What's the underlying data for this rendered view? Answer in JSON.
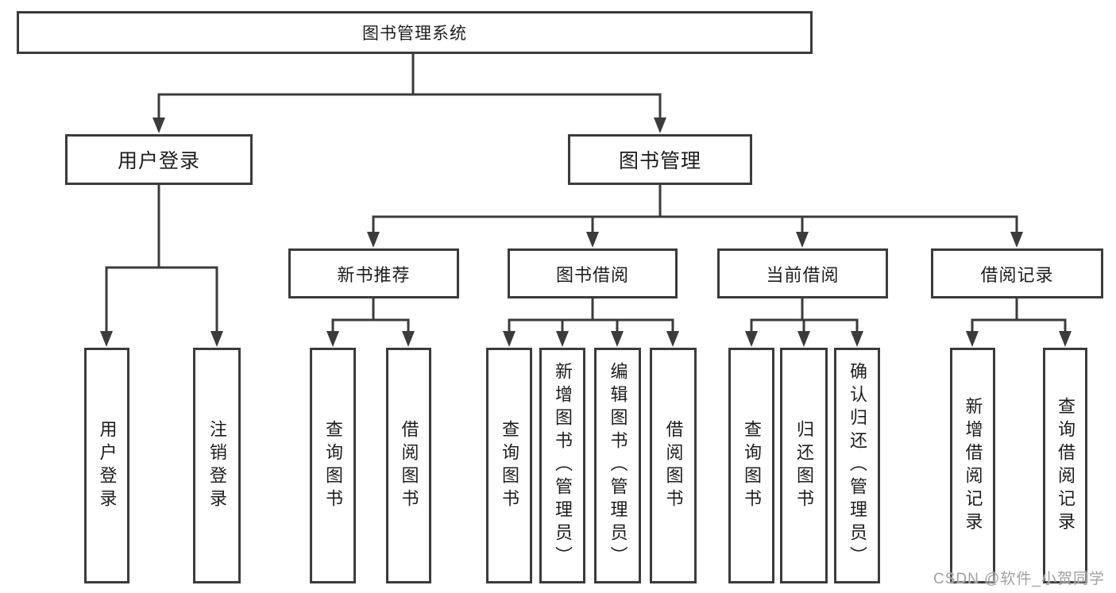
{
  "diagram": {
    "root": {
      "label": "图书管理系统"
    },
    "user_login": {
      "label": "用户登录",
      "leaves": [
        "用户登录",
        "注销登录"
      ]
    },
    "book_mgmt": {
      "label": "图书管理",
      "categories": [
        {
          "label": "新书推荐",
          "leaves": [
            "查询图书",
            "借阅图书"
          ]
        },
        {
          "label": "图书借阅",
          "leaves": [
            "查询图书",
            "新增图书（管理员）",
            "编辑图书（管理员）",
            "借阅图书"
          ]
        },
        {
          "label": "当前借阅",
          "leaves": [
            "查询图书",
            "归还图书",
            "确认归还（管理员）"
          ]
        },
        {
          "label": "借阅记录",
          "leaves": [
            "新增借阅记录",
            "查询借阅记录"
          ]
        }
      ]
    }
  },
  "watermark": {
    "text": "CSDN @软件_小贺同学"
  },
  "colors": {
    "line": "#3b3b3b",
    "text": "#1d1d1d",
    "watermark": "#a0a0a0",
    "background": "#ffffff"
  }
}
